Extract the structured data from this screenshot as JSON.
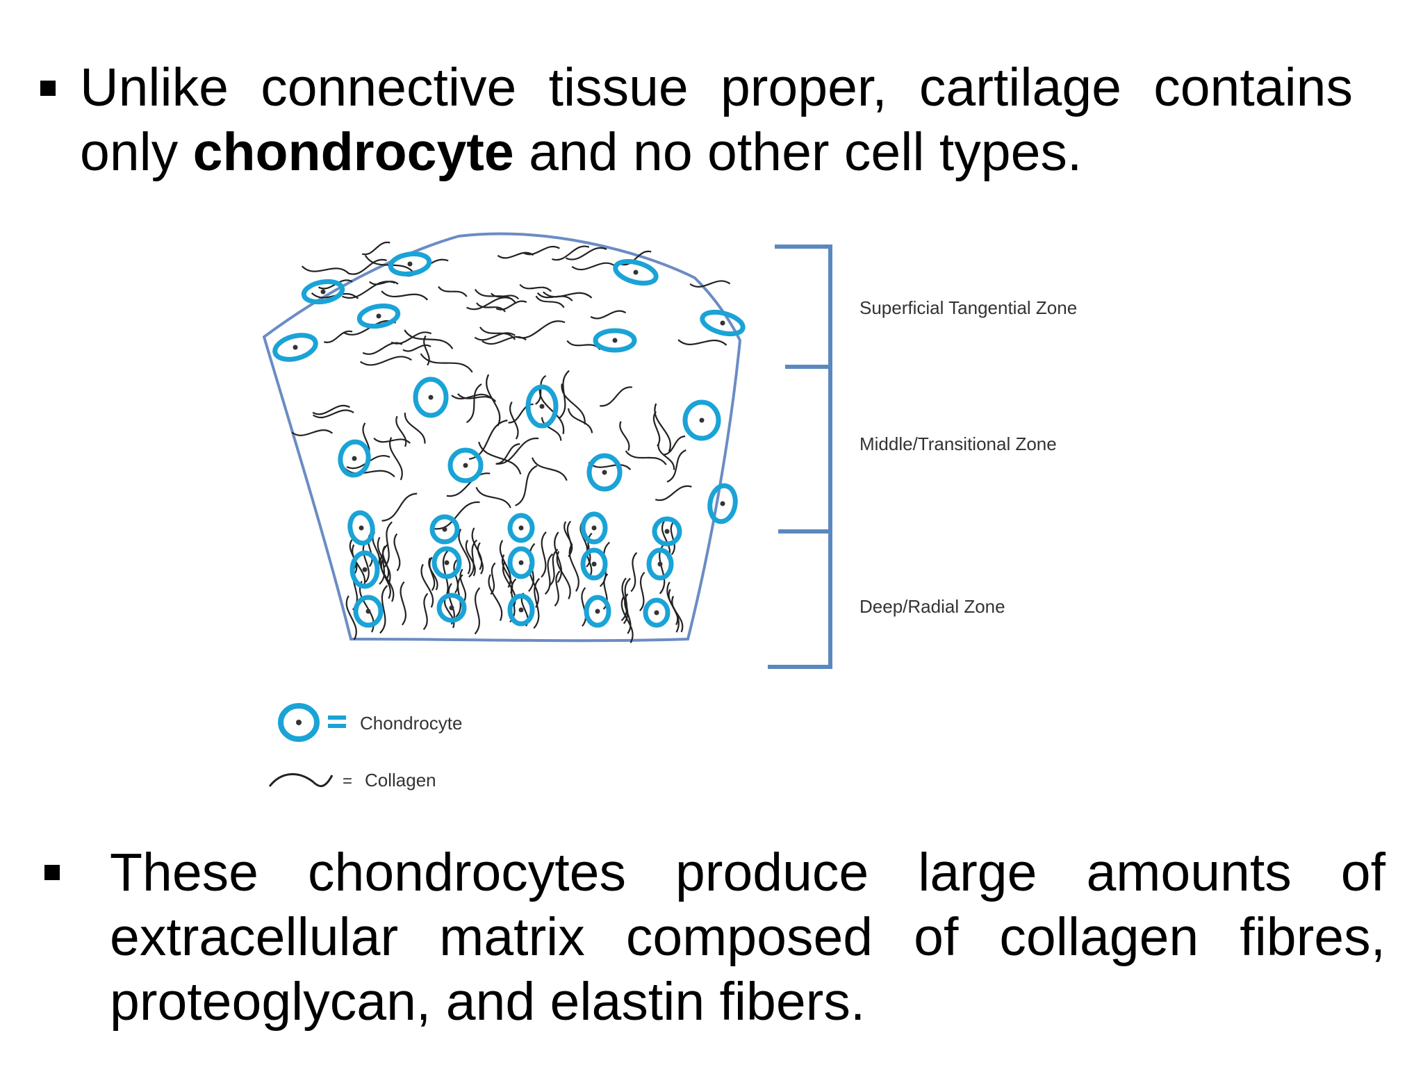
{
  "bullets": [
    {
      "text_before": "Unlike connective tissue proper, cartilage contains only ",
      "text_bold": "chondrocyte",
      "text_after": " and no other cell types."
    },
    {
      "text": "These chondrocytes produce large amounts of extracellular matrix composed of collagen fibres, proteoglycan, and elastin fibers."
    }
  ],
  "diagram": {
    "zones": [
      "Superficial Tangential Zone",
      "Middle/Transitional Zone",
      "Deep/Radial Zone"
    ],
    "legend": {
      "chondrocyte_label": "Chondrocyte",
      "collagen_label": "Collagen",
      "equals": "="
    },
    "colors": {
      "cell": "#1aa3d6",
      "outline": "#6b8cc4",
      "bracket": "#5b88be",
      "fiber": "#222222"
    },
    "icons": [
      "chondrocyte-icon",
      "collagen-fiber-icon"
    ]
  }
}
